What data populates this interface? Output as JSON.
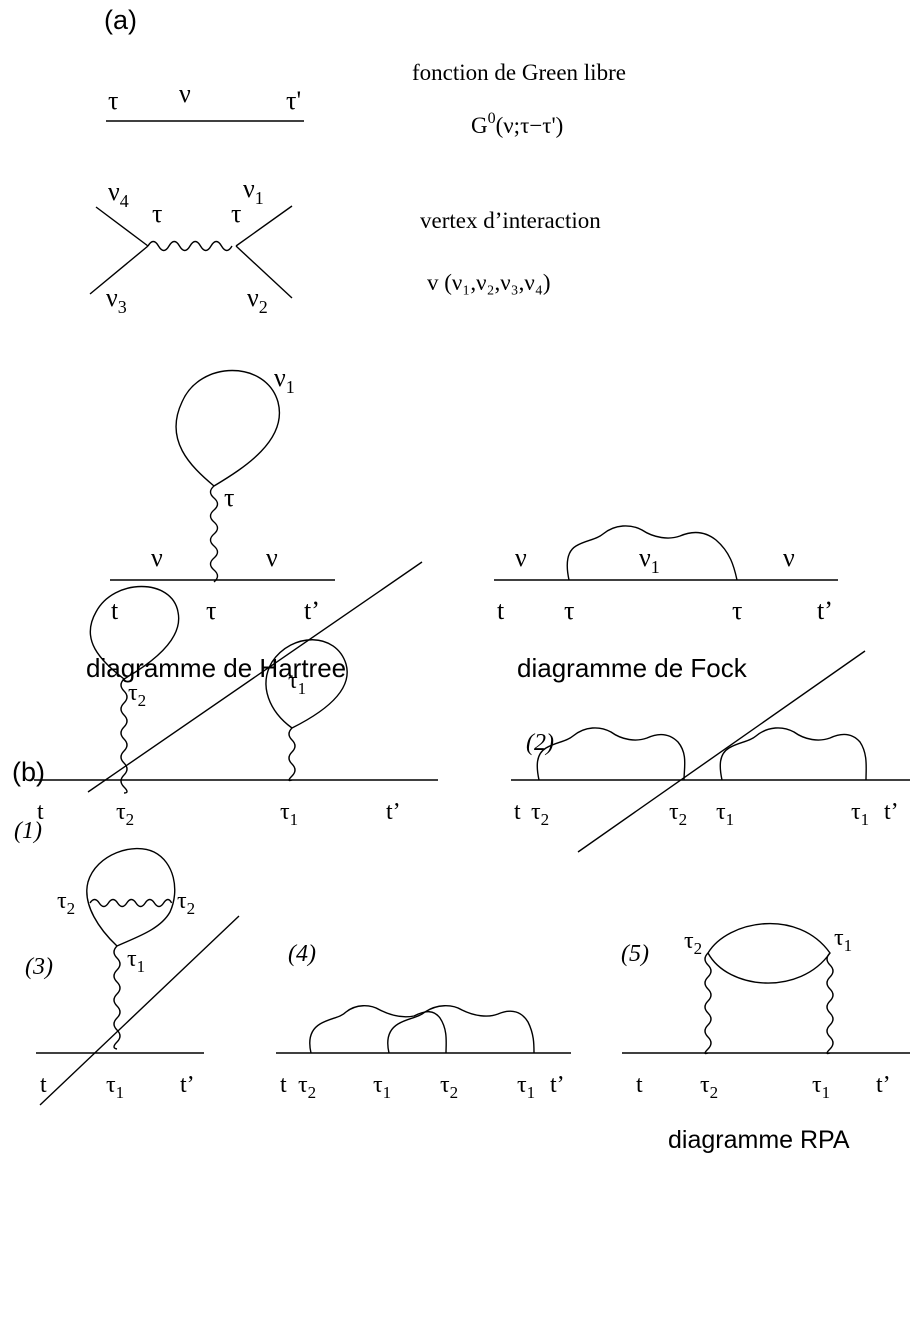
{
  "panel_a": {
    "tag": "(a)",
    "propagator": {
      "tau_left": "τ",
      "nu": "ν",
      "tau_right": "τ'"
    },
    "propagator_caption": {
      "line1": "fonction de Green libre",
      "g": "G",
      "sup": "0",
      "args": "(ν;τ−τ')"
    },
    "vertex": {
      "nu4": "ν",
      "sub4": "4",
      "nu1": "ν",
      "sub1": "1",
      "nu3": "ν",
      "sub3": "3",
      "nu2": "ν",
      "sub2": "2",
      "tau_left": "τ",
      "tau_right": "τ"
    },
    "vertex_caption": {
      "line1": "vertex d’interaction",
      "formula": "v (ν₁,ν₂,ν₃,ν₄)"
    },
    "hartree": {
      "loop_nu": "ν",
      "loop_sub": "1",
      "tau_vertex": "τ",
      "nu_left": "ν",
      "nu_right": "ν",
      "t": "t",
      "tau_bottom": "τ",
      "t_prime": "t’",
      "caption": "diagramme de Hartree"
    },
    "fock": {
      "nu_left": "ν",
      "arc_nu": "ν",
      "arc_sub": "1",
      "nu_right": "ν",
      "t": "t",
      "tau_left": "τ",
      "tau_right": "τ",
      "t_prime": "t’",
      "caption": "diagramme de Fock"
    }
  },
  "panel_b": {
    "tag": "(b)",
    "d1": {
      "num": "(1)",
      "tau2_loop": "τ",
      "tau1_loop": "τ",
      "t": "t",
      "tau2": "τ",
      "tau1": "τ",
      "t_prime": "t’",
      "s1": "1",
      "s2": "2"
    },
    "d2": {
      "num": "(2)",
      "t": "t",
      "tau2a": "τ",
      "tau2b": "τ",
      "tau1a": "τ",
      "tau1b": "τ",
      "t_prime": "t’",
      "s1": "1",
      "s2": "2"
    },
    "d3": {
      "num": "(3)",
      "tau2_left": "τ",
      "tau2_right": "τ",
      "tau1_mid": "τ",
      "t": "t",
      "tau1": "τ",
      "t_prime": "t’",
      "s1": "1",
      "s2": "2"
    },
    "d4": {
      "num": "(4)",
      "t": "t",
      "taus": [
        "τ",
        "τ",
        "τ",
        "τ"
      ],
      "subs": [
        "2",
        "1",
        "2",
        "1"
      ],
      "t_prime": "t’"
    },
    "d5": {
      "num": "(5)",
      "tau2_top": "τ",
      "tau1_top": "τ",
      "t": "t",
      "tau2": "τ",
      "tau1": "τ",
      "t_prime": "t’",
      "s1": "1",
      "s2": "2",
      "caption": "diagramme RPA"
    }
  }
}
